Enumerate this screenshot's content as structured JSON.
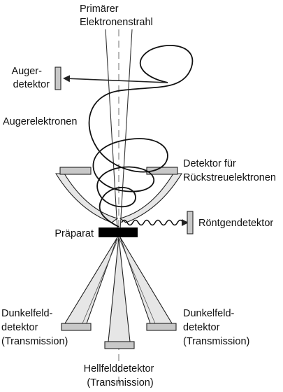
{
  "labels": {
    "beam": [
      "Primärer",
      "Elektronenstrahl"
    ],
    "auger_detector": [
      "Auger-",
      "detektor"
    ],
    "auger_electrons": [
      "Augerelektronen"
    ],
    "backscatter_detector": [
      "Detektor für",
      "Rückstreuelektronen"
    ],
    "xray_detector": [
      "Röntgendetektor"
    ],
    "specimen": [
      "Präparat"
    ],
    "darkfield_left": [
      "Dunkelfeld-",
      "detektor",
      "(Transmission)"
    ],
    "darkfield_right": [
      "Dunkelfeld-",
      "detektor",
      "(Transmission)"
    ],
    "brightfield": [
      "Hellfelddetektor",
      "(Transmission)"
    ]
  },
  "colors": {
    "line": "#222222",
    "axis": "#888888",
    "detector_fill": "#c8c8c8",
    "cone_fill": "#e6e6e6",
    "specimen_fill": "#000000"
  }
}
